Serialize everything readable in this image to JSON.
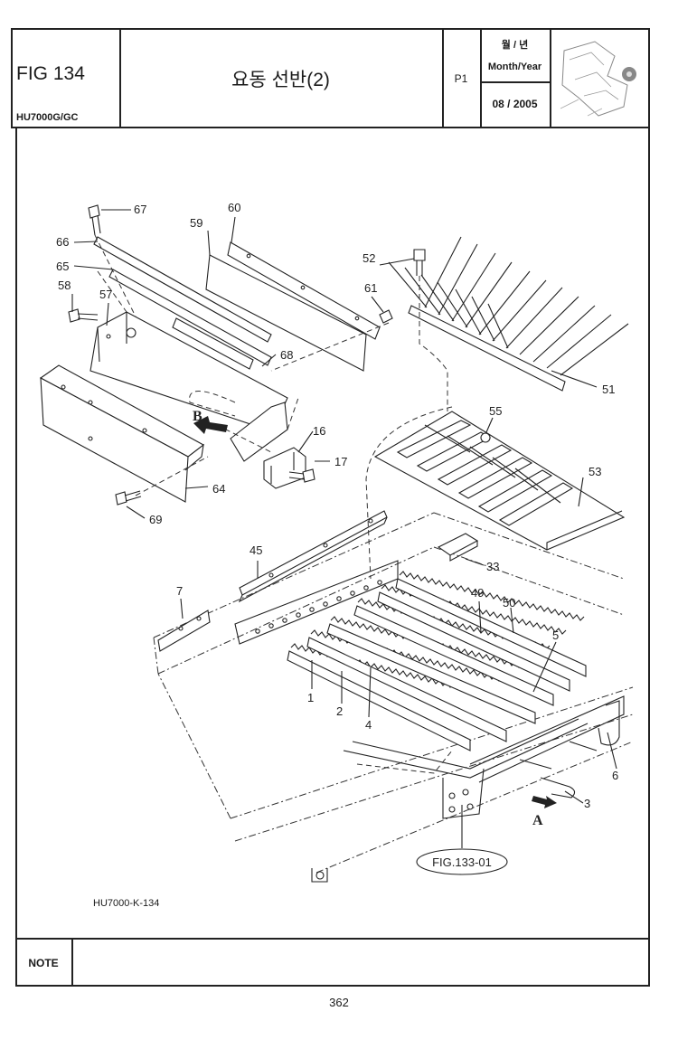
{
  "header": {
    "fig_number": "FIG 134",
    "model_code": "HU7000G/GC",
    "title": "요동 선반(2)",
    "page_index": "P1",
    "month_year_ko": "월 / 년",
    "month_year_en": "Month/Year",
    "date": "08 / 2005"
  },
  "callouts": {
    "c1": "1",
    "c2": "2",
    "c3": "3",
    "c4": "4",
    "c5": "5",
    "c6": "6",
    "c7": "7",
    "c16": "16",
    "c17": "17",
    "c33": "33",
    "c45": "45",
    "c49": "49",
    "c50": "50",
    "c51": "51",
    "c52": "52",
    "c53": "53",
    "c55": "55",
    "c57": "57",
    "c58": "58",
    "c59": "59",
    "c60": "60",
    "c61": "61",
    "c64": "64",
    "c65": "65",
    "c66": "66",
    "c67": "67",
    "c68": "68",
    "c69": "69"
  },
  "view_markers": {
    "a": "A",
    "b": "B"
  },
  "reference_tag": "FIG.133-01",
  "drawing_code": "HU7000-K-134",
  "note_label": "NOTE",
  "page_number": "362"
}
